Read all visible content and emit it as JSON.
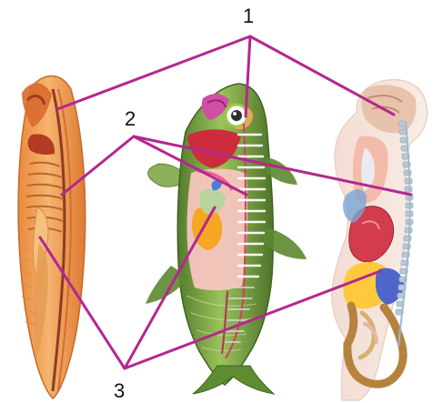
{
  "labels": {
    "one": "1",
    "two": "2",
    "three": "3"
  },
  "colors": {
    "leader_line": "#b5278f",
    "lancelet_body": "#f0a460",
    "fish_body": "#7aa34a",
    "human_skin": "#f6e7df"
  }
}
